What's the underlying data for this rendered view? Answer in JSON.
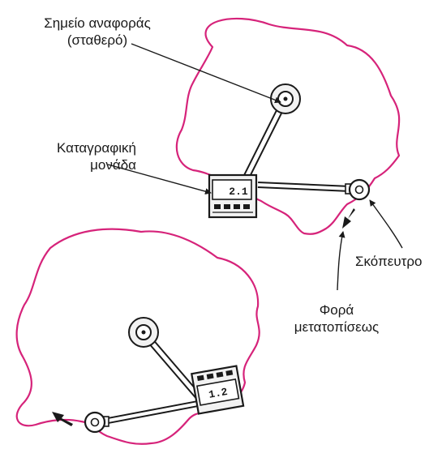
{
  "labels": {
    "reference_point_line1": "Σημείο αναφοράς",
    "reference_point_line2": "(σταθερό)",
    "recording_unit_line1": "Καταγραφική",
    "recording_unit_line2": "μονάδα",
    "sight": "Σκόπευτρο",
    "direction_line1": "Φορά",
    "direction_line2": "μετατοπίσεως"
  },
  "display_readings": {
    "upper_unit": "2.1",
    "lower_unit": "1.2"
  },
  "colors": {
    "outline": "#d6237a",
    "ink": "#1a1a1a",
    "device_fill": "#f2f2f2"
  }
}
